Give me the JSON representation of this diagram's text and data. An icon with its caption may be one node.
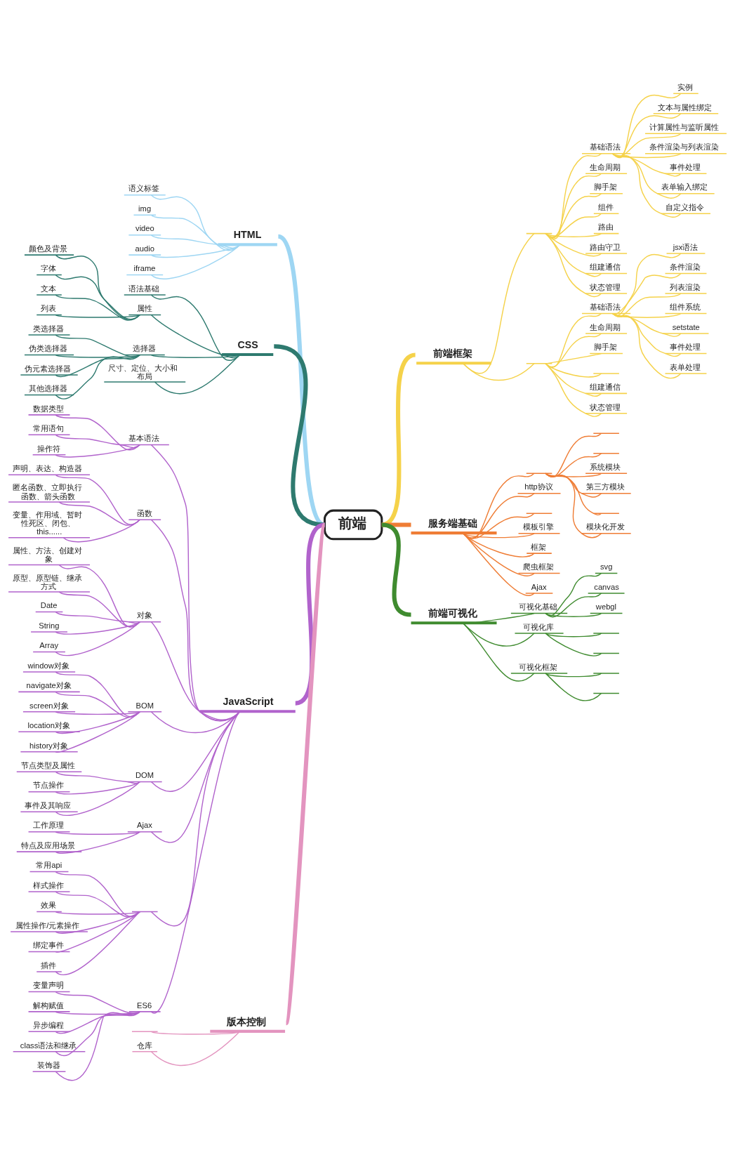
{
  "diagram": {
    "nodes": [
      {
        "text": [
          "前端"
        ]
      },
      {
        "text": [
          "HTML"
        ]
      },
      {
        "text": [
          "语义标签"
        ]
      },
      {
        "text": [
          "img"
        ]
      },
      {
        "text": [
          "video"
        ]
      },
      {
        "text": [
          "audio"
        ]
      },
      {
        "text": [
          "iframe"
        ]
      },
      {
        "text": [
          "CSS"
        ]
      },
      {
        "text": [
          "语法基础"
        ]
      },
      {
        "text": [
          "属性"
        ]
      },
      {
        "text": [
          "颜色及背景"
        ]
      },
      {
        "text": [
          "字体"
        ]
      },
      {
        "text": [
          "文本"
        ]
      },
      {
        "text": [
          "列表"
        ]
      },
      {
        "text": [
          "选择器"
        ]
      },
      {
        "text": [
          "类选择器"
        ]
      },
      {
        "text": [
          "伪类选择器"
        ]
      },
      {
        "text": [
          "伪元素选择器"
        ]
      },
      {
        "text": [
          "其他选择器"
        ]
      },
      {
        "text": [
          "尺寸、定位、大小和布局"
        ]
      },
      {
        "text": [
          "JavaScript"
        ]
      },
      {
        "text": [
          "基本语法"
        ]
      },
      {
        "text": [
          "数据类型"
        ]
      },
      {
        "text": [
          "常用语句"
        ]
      },
      {
        "text": [
          "操作符"
        ]
      },
      {
        "text": [
          "函数"
        ]
      },
      {
        "text": [
          "声明、表达、构造器"
        ]
      },
      {
        "text": [
          "匿名函数、立即执行函数、箭头函数"
        ]
      },
      {
        "text": [
          "变量、作用域、暂时性死区、闭包、this......"
        ]
      },
      {
        "text": [
          "对象"
        ]
      },
      {
        "text": [
          "属性、方法、创建对象"
        ]
      },
      {
        "text": [
          "原型、原型链、继承方式"
        ]
      },
      {
        "text": [
          "Date"
        ]
      },
      {
        "text": [
          "String"
        ]
      },
      {
        "text": [
          "Array"
        ]
      },
      {
        "text": [
          "BOM"
        ]
      },
      {
        "text": [
          "window对象"
        ]
      },
      {
        "text": [
          "navigate对象"
        ]
      },
      {
        "text": [
          "screen对象"
        ]
      },
      {
        "text": [
          "location对象"
        ]
      },
      {
        "text": [
          "history对象"
        ]
      },
      {
        "text": [
          "DOM"
        ]
      },
      {
        "text": [
          "节点类型及属性"
        ]
      },
      {
        "text": [
          "节点操作"
        ]
      },
      {
        "text": [
          "事件及其响应"
        ]
      },
      {
        "text": [
          "Ajax"
        ]
      },
      {
        "text": [
          "工作原理"
        ]
      },
      {
        "text": [
          "特点及应用场景"
        ]
      },
      {
        "text": [],
        "shape": "line"
      },
      {
        "text": [
          "常用api"
        ]
      },
      {
        "text": [
          "样式操作"
        ]
      },
      {
        "text": [
          "效果"
        ]
      },
      {
        "text": [
          "属性操作/元素操作"
        ]
      },
      {
        "text": [
          "绑定事件"
        ]
      },
      {
        "text": [
          "插件"
        ]
      },
      {
        "text": [
          "ES6"
        ]
      },
      {
        "text": [
          "变量声明"
        ]
      },
      {
        "text": [
          "解构赋值"
        ]
      },
      {
        "text": [
          "异步编程"
        ]
      },
      {
        "text": [
          "class语法和继承"
        ]
      },
      {
        "text": [
          "装饰器"
        ]
      },
      {
        "text": [
          "版本控制"
        ]
      },
      {
        "text": [],
        "shape": "line"
      },
      {
        "text": [
          "仓库"
        ]
      },
      {
        "text": [
          "前端框架"
        ]
      },
      {
        "text": [],
        "shape": "line"
      },
      {
        "text": [
          "基础语法"
        ]
      },
      {
        "text": [
          "实例"
        ]
      },
      {
        "text": [
          "文本与属性绑定"
        ]
      },
      {
        "text": [
          "计算属性与监听属性"
        ]
      },
      {
        "text": [
          "条件渲染与列表渲染"
        ]
      },
      {
        "text": [
          "事件处理"
        ]
      },
      {
        "text": [
          "表单输入绑定"
        ]
      },
      {
        "text": [
          "自定义指令"
        ]
      },
      {
        "text": [
          "生命周期"
        ]
      },
      {
        "text": [
          "脚手架"
        ]
      },
      {
        "text": [
          "组件"
        ]
      },
      {
        "text": [
          "路由"
        ]
      },
      {
        "text": [
          "路由守卫"
        ]
      },
      {
        "text": [
          "组建通信"
        ]
      },
      {
        "text": [
          "状态管理"
        ]
      },
      {
        "text": [],
        "shape": "line"
      },
      {
        "text": [
          "基础语法"
        ]
      },
      {
        "text": [
          "jsx语法"
        ]
      },
      {
        "text": [
          "条件渲染"
        ]
      },
      {
        "text": [
          "列表渲染"
        ]
      },
      {
        "text": [
          "组件系统"
        ]
      },
      {
        "text": [
          "setstate"
        ]
      },
      {
        "text": [
          "事件处理"
        ]
      },
      {
        "text": [
          "表单处理"
        ]
      },
      {
        "text": [
          "生命周期"
        ]
      },
      {
        "text": [
          "脚手架"
        ]
      },
      {
        "text": [],
        "shape": "line"
      },
      {
        "text": [
          "组建通信"
        ]
      },
      {
        "text": [
          "状态管理"
        ]
      },
      {
        "text": [
          "服务端基础"
        ]
      },
      {
        "text": [],
        "shape": "line"
      },
      {
        "text": [],
        "shape": "line"
      },
      {
        "text": [],
        "shape": "line"
      },
      {
        "text": [
          "系统模块"
        ]
      },
      {
        "text": [
          "第三方模块"
        ]
      },
      {
        "text": [],
        "shape": "line"
      },
      {
        "text": [
          "模块化开发"
        ]
      },
      {
        "text": [
          "http协议"
        ]
      },
      {
        "text": [],
        "shape": "line"
      },
      {
        "text": [
          "模板引擎"
        ]
      },
      {
        "text": [
          "框架"
        ]
      },
      {
        "text": [
          "爬虫框架"
        ]
      },
      {
        "text": [
          "Ajax"
        ]
      },
      {
        "text": [
          "前端可视化"
        ]
      },
      {
        "text": [
          "可视化基础"
        ]
      },
      {
        "text": [
          "svg"
        ]
      },
      {
        "text": [
          "canvas"
        ]
      },
      {
        "text": [
          "webgl"
        ]
      },
      {
        "text": [
          "可视化库"
        ]
      },
      {
        "text": [],
        "shape": "line"
      },
      {
        "text": [],
        "shape": "line"
      },
      {
        "text": [
          "可视化框架"
        ]
      },
      {
        "text": [],
        "shape": "line"
      },
      {
        "text": [],
        "shape": "line"
      }
    ],
    "edges": [
      {
        "from": 0,
        "to": 1,
        "arrow": "none",
        "style": "thick",
        "color": "#9ed6f3"
      },
      {
        "from": 1,
        "to": 2,
        "arrow": "none",
        "color": "#9ed6f3"
      },
      {
        "from": 1,
        "to": 3,
        "arrow": "none",
        "color": "#9ed6f3"
      },
      {
        "from": 1,
        "to": 4,
        "arrow": "none",
        "color": "#9ed6f3"
      },
      {
        "from": 1,
        "to": 5,
        "arrow": "none",
        "color": "#9ed6f3"
      },
      {
        "from": 1,
        "to": 6,
        "arrow": "none",
        "color": "#9ed6f3"
      },
      {
        "from": 0,
        "to": 7,
        "arrow": "none",
        "style": "thick",
        "color": "#2e7a6f"
      },
      {
        "from": 7,
        "to": 8,
        "arrow": "none",
        "color": "#2e7a6f"
      },
      {
        "from": 7,
        "to": 9,
        "arrow": "none",
        "color": "#2e7a6f"
      },
      {
        "from": 9,
        "to": 10,
        "arrow": "none",
        "color": "#2e7a6f"
      },
      {
        "from": 9,
        "to": 11,
        "arrow": "none",
        "color": "#2e7a6f"
      },
      {
        "from": 9,
        "to": 12,
        "arrow": "none",
        "color": "#2e7a6f"
      },
      {
        "from": 9,
        "to": 13,
        "arrow": "none",
        "color": "#2e7a6f"
      },
      {
        "from": 7,
        "to": 14,
        "arrow": "none",
        "color": "#2e7a6f"
      },
      {
        "from": 14,
        "to": 15,
        "arrow": "none",
        "color": "#2e7a6f"
      },
      {
        "from": 14,
        "to": 16,
        "arrow": "none",
        "color": "#2e7a6f"
      },
      {
        "from": 14,
        "to": 17,
        "arrow": "none",
        "color": "#2e7a6f"
      },
      {
        "from": 14,
        "to": 18,
        "arrow": "none",
        "color": "#2e7a6f"
      },
      {
        "from": 7,
        "to": 19,
        "arrow": "none",
        "color": "#2e7a6f"
      },
      {
        "from": 0,
        "to": 20,
        "arrow": "none",
        "style": "thick"
      },
      {
        "from": 20,
        "to": 21,
        "arrow": "none"
      },
      {
        "from": 21,
        "to": 22,
        "arrow": "none"
      },
      {
        "from": 21,
        "to": 23,
        "arrow": "none"
      },
      {
        "from": 21,
        "to": 24,
        "arrow": "none"
      },
      {
        "from": 20,
        "to": 25,
        "arrow": "none"
      },
      {
        "from": 25,
        "to": 26,
        "arrow": "none"
      },
      {
        "from": 25,
        "to": 27,
        "arrow": "none"
      },
      {
        "from": 25,
        "to": 28,
        "arrow": "none"
      },
      {
        "from": 20,
        "to": 29,
        "arrow": "none"
      },
      {
        "from": 29,
        "to": 30,
        "arrow": "none"
      },
      {
        "from": 29,
        "to": 31,
        "arrow": "none"
      },
      {
        "from": 29,
        "to": 32,
        "arrow": "none"
      },
      {
        "from": 29,
        "to": 33,
        "arrow": "none"
      },
      {
        "from": 29,
        "to": 34,
        "arrow": "none"
      },
      {
        "from": 20,
        "to": 35,
        "arrow": "none"
      },
      {
        "from": 35,
        "to": 36,
        "arrow": "none"
      },
      {
        "from": 35,
        "to": 37,
        "arrow": "none"
      },
      {
        "from": 35,
        "to": 38,
        "arrow": "none"
      },
      {
        "from": 35,
        "to": 39,
        "arrow": "none"
      },
      {
        "from": 35,
        "to": 40,
        "arrow": "none"
      },
      {
        "from": 20,
        "to": 41,
        "arrow": "none"
      },
      {
        "from": 41,
        "to": 42,
        "arrow": "none"
      },
      {
        "from": 41,
        "to": 43,
        "arrow": "none"
      },
      {
        "from": 41,
        "to": 44,
        "arrow": "none"
      },
      {
        "from": 20,
        "to": 45,
        "arrow": "none"
      },
      {
        "from": 45,
        "to": 46,
        "arrow": "none"
      },
      {
        "from": 45,
        "to": 47,
        "arrow": "none"
      },
      {
        "from": 20,
        "to": 48,
        "arrow": "none"
      },
      {
        "from": 48,
        "to": 49,
        "arrow": "none"
      },
      {
        "from": 48,
        "to": 50,
        "arrow": "none"
      },
      {
        "from": 48,
        "to": 51,
        "arrow": "none"
      },
      {
        "from": 48,
        "to": 52,
        "arrow": "none"
      },
      {
        "from": 48,
        "to": 53,
        "arrow": "none"
      },
      {
        "from": 48,
        "to": 54,
        "arrow": "none"
      },
      {
        "from": 20,
        "to": 55,
        "arrow": "none"
      },
      {
        "from": 55,
        "to": 56,
        "arrow": "none"
      },
      {
        "from": 55,
        "to": 57,
        "arrow": "none"
      },
      {
        "from": 55,
        "to": 58,
        "arrow": "none"
      },
      {
        "from": 55,
        "to": 59,
        "arrow": "none"
      },
      {
        "from": 55,
        "to": 60,
        "arrow": "none"
      },
      {
        "from": 0,
        "to": 61,
        "arrow": "none",
        "style": "thick",
        "color": "#e394bf"
      },
      {
        "from": 61,
        "to": 62,
        "arrow": "none",
        "color": "#e394bf"
      },
      {
        "from": 61,
        "to": 63,
        "arrow": "none",
        "color": "#e394bf"
      },
      {
        "from": 0,
        "to": 64,
        "arrow": "none",
        "style": "thick",
        "color": "#f5d24a"
      },
      {
        "from": 64,
        "to": 65,
        "arrow": "none",
        "color": "#f5d24a"
      },
      {
        "from": 65,
        "to": 66,
        "arrow": "none",
        "color": "#f5d24a"
      },
      {
        "from": 66,
        "to": 67,
        "arrow": "none",
        "color": "#f5d24a"
      },
      {
        "from": 66,
        "to": 68,
        "arrow": "none",
        "color": "#f5d24a"
      },
      {
        "from": 66,
        "to": 69,
        "arrow": "none",
        "color": "#f5d24a"
      },
      {
        "from": 66,
        "to": 70,
        "arrow": "none",
        "color": "#f5d24a"
      },
      {
        "from": 66,
        "to": 71,
        "arrow": "none",
        "color": "#f5d24a"
      },
      {
        "from": 66,
        "to": 72,
        "arrow": "none",
        "color": "#f5d24a"
      },
      {
        "from": 66,
        "to": 73,
        "arrow": "none",
        "color": "#f5d24a"
      },
      {
        "from": 65,
        "to": 74,
        "arrow": "none",
        "color": "#f5d24a"
      },
      {
        "from": 65,
        "to": 75,
        "arrow": "none",
        "color": "#f5d24a"
      },
      {
        "from": 65,
        "to": 76,
        "arrow": "none",
        "color": "#f5d24a"
      },
      {
        "from": 65,
        "to": 77,
        "arrow": "none",
        "color": "#f5d24a"
      },
      {
        "from": 65,
        "to": 78,
        "arrow": "none",
        "color": "#f5d24a"
      },
      {
        "from": 65,
        "to": 79,
        "arrow": "none",
        "color": "#f5d24a"
      },
      {
        "from": 65,
        "to": 80,
        "arrow": "none",
        "color": "#f5d24a"
      },
      {
        "from": 64,
        "to": 81,
        "arrow": "none",
        "color": "#f5d24a"
      },
      {
        "from": 81,
        "to": 82,
        "arrow": "none",
        "color": "#f5d24a"
      },
      {
        "from": 82,
        "to": 83,
        "arrow": "none",
        "color": "#f5d24a"
      },
      {
        "from": 82,
        "to": 84,
        "arrow": "none",
        "color": "#f5d24a"
      },
      {
        "from": 82,
        "to": 85,
        "arrow": "none",
        "color": "#f5d24a"
      },
      {
        "from": 82,
        "to": 86,
        "arrow": "none",
        "color": "#f5d24a"
      },
      {
        "from": 82,
        "to": 87,
        "arrow": "none",
        "color": "#f5d24a"
      },
      {
        "from": 82,
        "to": 88,
        "arrow": "none",
        "color": "#f5d24a"
      },
      {
        "from": 82,
        "to": 89,
        "arrow": "none",
        "color": "#f5d24a"
      },
      {
        "from": 81,
        "to": 90,
        "arrow": "none",
        "color": "#f5d24a"
      },
      {
        "from": 81,
        "to": 91,
        "arrow": "none",
        "color": "#f5d24a"
      },
      {
        "from": 81,
        "to": 92,
        "arrow": "none",
        "color": "#f5d24a"
      },
      {
        "from": 81,
        "to": 93,
        "arrow": "none",
        "color": "#f5d24a"
      },
      {
        "from": 81,
        "to": 94,
        "arrow": "none",
        "color": "#f5d24a"
      },
      {
        "from": 0,
        "to": 95,
        "arrow": "none",
        "style": "thick",
        "color": "#ef7d35"
      },
      {
        "from": 95,
        "to": 96,
        "arrow": "none",
        "color": "#ef7d35"
      },
      {
        "from": 96,
        "to": 97,
        "arrow": "none",
        "color": "#ef7d35"
      },
      {
        "from": 96,
        "to": 98,
        "arrow": "none",
        "color": "#ef7d35"
      },
      {
        "from": 96,
        "to": 99,
        "arrow": "none",
        "color": "#ef7d35"
      },
      {
        "from": 96,
        "to": 100,
        "arrow": "none",
        "color": "#ef7d35"
      },
      {
        "from": 96,
        "to": 101,
        "arrow": "none",
        "color": "#ef7d35"
      },
      {
        "from": 96,
        "to": 102,
        "arrow": "none",
        "color": "#ef7d35"
      },
      {
        "from": 95,
        "to": 103,
        "arrow": "none",
        "color": "#ef7d35"
      },
      {
        "from": 95,
        "to": 104,
        "arrow": "none",
        "color": "#ef7d35"
      },
      {
        "from": 95,
        "to": 105,
        "arrow": "none",
        "color": "#ef7d35"
      },
      {
        "from": 95,
        "to": 106,
        "arrow": "none",
        "color": "#ef7d35"
      },
      {
        "from": 95,
        "to": 107,
        "arrow": "none",
        "color": "#ef7d35"
      },
      {
        "from": 95,
        "to": 108,
        "arrow": "none",
        "color": "#ef7d35"
      },
      {
        "from": 0,
        "to": 109,
        "arrow": "none",
        "style": "thick",
        "color": "#3f8b2f"
      },
      {
        "from": 109,
        "to": 110,
        "arrow": "none",
        "color": "#3f8b2f"
      },
      {
        "from": 110,
        "to": 111,
        "arrow": "none",
        "color": "#3f8b2f"
      },
      {
        "from": 110,
        "to": 112,
        "arrow": "none",
        "color": "#3f8b2f"
      },
      {
        "from": 110,
        "to": 113,
        "arrow": "none",
        "color": "#3f8b2f"
      },
      {
        "from": 109,
        "to": 114,
        "arrow": "none",
        "color": "#3f8b2f"
      },
      {
        "from": 114,
        "to": 115,
        "arrow": "none",
        "color": "#3f8b2f"
      },
      {
        "from": 114,
        "to": 116,
        "arrow": "none",
        "color": "#3f8b2f"
      },
      {
        "from": 109,
        "to": 117,
        "arrow": "none",
        "color": "#3f8b2f"
      },
      {
        "from": 117,
        "to": 118,
        "arrow": "none",
        "color": "#3f8b2f"
      },
      {
        "from": 117,
        "to": 119,
        "arrow": "none",
        "color": "#3f8b2f"
      }
    ]
  }
}
